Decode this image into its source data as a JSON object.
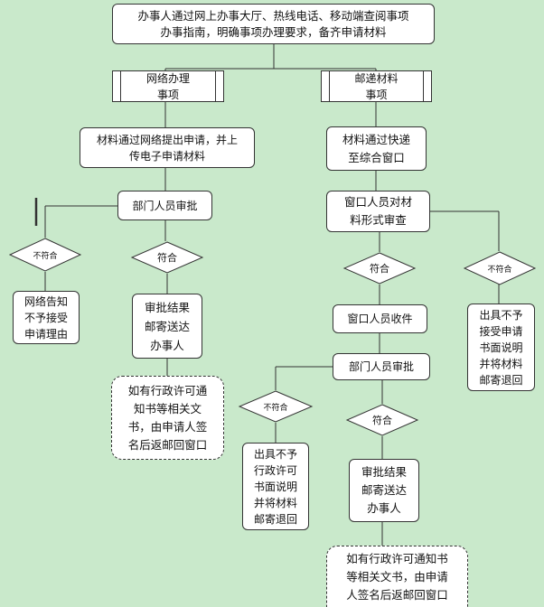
{
  "start": "办事人通过网上办事大厅、热线电话、移动端查阅事项\n办事指南，明确事项办理要求，备齐申请材料",
  "left": {
    "title": "网络办理\n事项",
    "submit": "材料通过网络提出申请，并上\n传电子申请材料",
    "review": "部门人员审批",
    "reject_label": "不符合",
    "reject_result": "网络告知\n不予接受\n申请理由",
    "accept_label": "符合",
    "accept_result": "审批结果\n邮寄送达\n办事人",
    "note": "如有行政许可通\n知书等相关文\n书，由申请人签\n名后返邮回窗口"
  },
  "right": {
    "title": "邮递材料\n事项",
    "submit": "材料通过快递\n至综合窗口",
    "check": "窗口人员对材\n料形式审查",
    "accept_label1": "符合",
    "reject_label1": "不符合",
    "reject_result1": "出具不予\n接受申请\n书面说明\n并将材料\n邮寄退回",
    "receive": "窗口人员收件",
    "review": "部门人员审批",
    "reject_label2": "不符合",
    "reject_result2": "出具不予\n行政许可\n书面说明\n并将材料\n邮寄退回",
    "accept_label2": "符合",
    "accept_result2": "审批结果\n邮寄送达\n办事人",
    "note": "如有行政许可通知书\n等相关文书，由申请\n人签名后返邮回窗口"
  },
  "colors": {
    "background": "#c9e9cb",
    "box": "#ffffff",
    "line": "#333333"
  }
}
